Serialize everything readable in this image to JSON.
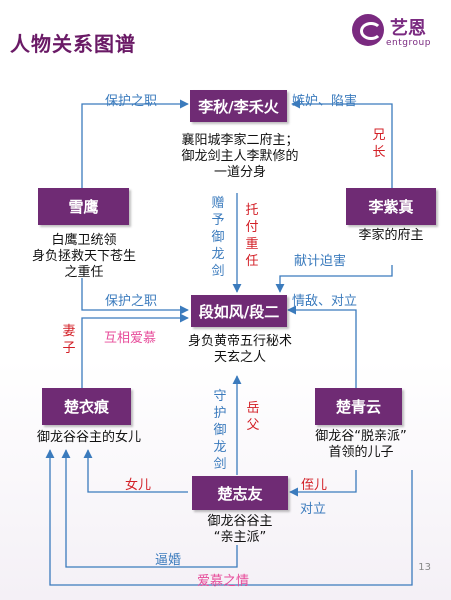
{
  "title": "人物关系图谱",
  "logo": {
    "cn": "艺恩",
    "en": "entgroup",
    "icon": "entgroup-logo-icon"
  },
  "nodes": {
    "liqiu": {
      "name": "李秋/李禾火",
      "desc": "襄阳城李家二府主；\n御龙剑主人李默修的\n一道分身"
    },
    "xueying": {
      "name": "雪鹰",
      "desc": "白鹰卫统领\n身负拯救天下苍生\n之重任"
    },
    "lizizhen": {
      "name": "李紫真",
      "desc": "李家的府主"
    },
    "duanrufeng": {
      "name": "段如风/段二",
      "desc": "身负黄帝五行秘术\n天玄之人"
    },
    "chuyihen": {
      "name": "楚衣痕",
      "desc": "御龙谷谷主的女儿"
    },
    "chuqingyun": {
      "name": "楚青云",
      "desc": "御龙谷“脱亲派”\n首领的儿子"
    },
    "chuzhiyou": {
      "name": "楚志友",
      "desc": "御龙谷谷主\n“亲主派”"
    }
  },
  "relations": {
    "xueying_liqiu": "保护之职",
    "lizizhen_liqiu": "嫉妒、陷害",
    "lizizhen_liqiu_side": "兄长",
    "liqiu_duan_blue": "赠予御龙剑",
    "liqiu_duan_red": "托付重任",
    "lizizhen_duan": "献计迫害",
    "xueying_duan": "保护之职",
    "chuqingyun_duan": "情敌、对立",
    "chuyihen_duan_red": "妻子",
    "chuyihen_duan_pink": "互相爱慕",
    "chuzhiyou_duan_blue": "守护御龙剑",
    "chuzhiyou_duan_red": "岳父",
    "chuzhiyou_chuyihen": "女儿",
    "chuqingyun_chuzhiyou_red": "侄儿",
    "chuqingyun_chuzhiyou_blue": "对立",
    "chuzhiyou_chuyihen_force": "逼婚",
    "chuqingyun_chuyihen": "爱慕之情"
  },
  "colors": {
    "node": "#6f2b74",
    "blue": "#3b7bbd",
    "red": "#d32027",
    "pink": "#e74b9a"
  },
  "page_number": "13"
}
